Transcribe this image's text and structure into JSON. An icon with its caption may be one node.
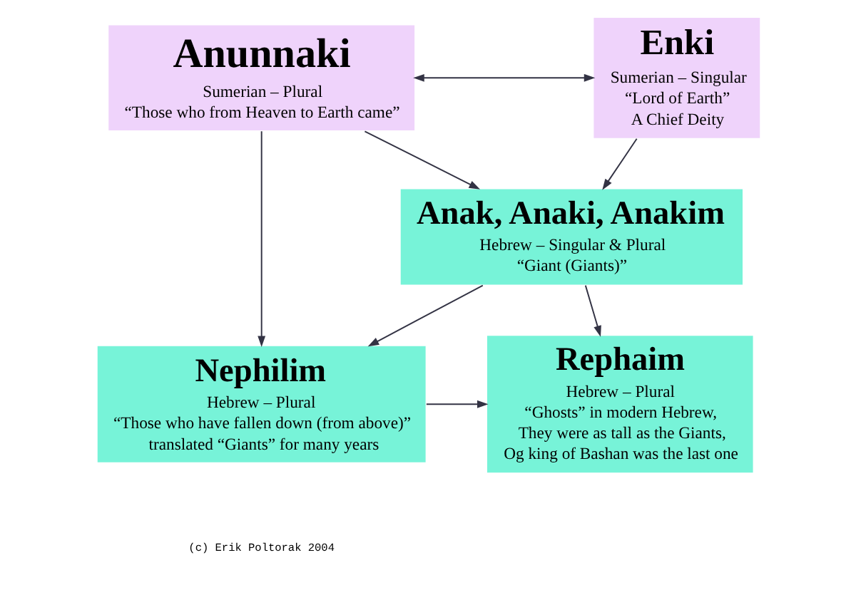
{
  "diagram": {
    "nodes": [
      {
        "text": [
          "Anunnaki",
          "Sumerian – Plural",
          "“Those who from Heaven to Earth came”"
        ]
      },
      {
        "text": [
          "Enki",
          "Sumerian – Singular",
          "“Lord of Earth”",
          "A Chief Deity"
        ]
      },
      {
        "text": [
          "Anak, Anaki, Anakim",
          "Hebrew – Singular & Plural",
          "“Giant (Giants)”"
        ]
      },
      {
        "text": [
          "Nephilim",
          "Hebrew – Plural",
          "“Those who have fallen down (from above)”",
          "translated “Giants” for many years"
        ]
      },
      {
        "text": [
          "Rephaim",
          "Hebrew – Plural",
          "“Ghosts” in modern Hebrew,",
          "They were as tall as the Giants,",
          "Og king of Bashan was the last one"
        ]
      }
    ],
    "edges": [
      {
        "from": 0,
        "to": 1,
        "arrow": "both"
      },
      {
        "from": 0,
        "to": 2,
        "arrow": "to"
      },
      {
        "from": 1,
        "to": 2,
        "arrow": "to"
      },
      {
        "from": 0,
        "to": 3,
        "arrow": "to"
      },
      {
        "from": 2,
        "to": 3,
        "arrow": "to"
      },
      {
        "from": 2,
        "to": 4,
        "arrow": "to"
      },
      {
        "from": 3,
        "to": 4,
        "arrow": "to"
      }
    ],
    "labels": [
      "(c) Erik Poltorak 2004"
    ]
  }
}
